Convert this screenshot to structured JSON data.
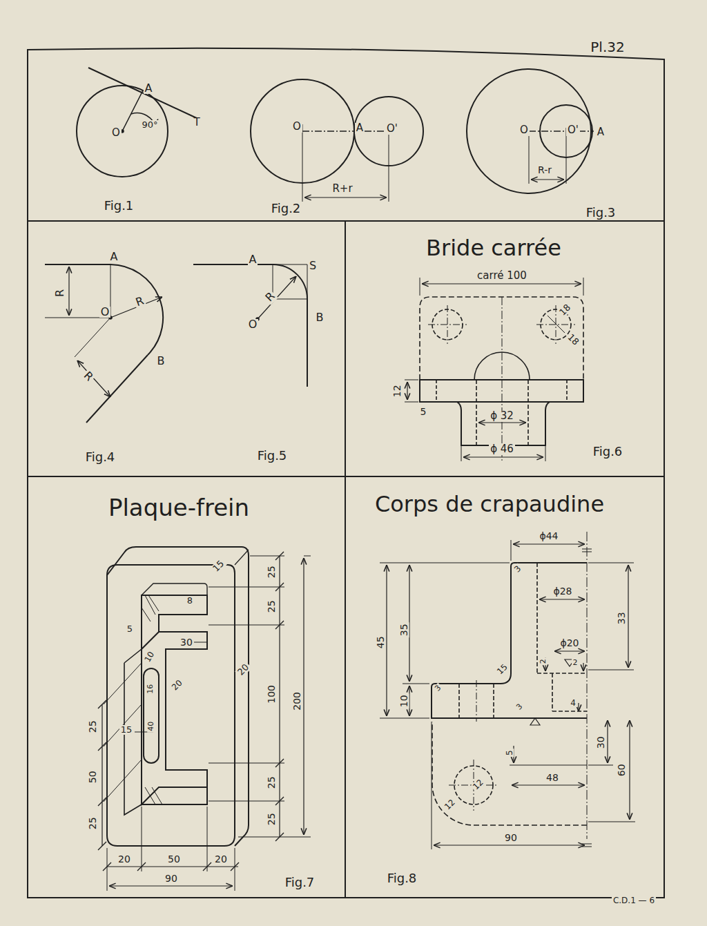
{
  "diagram": {
    "labels": [
      "A",
      "O",
      "90°",
      "T",
      "Fig.1",
      "O",
      "A",
      "O'",
      "R+r",
      "Fig.2",
      "O",
      "O'",
      "A",
      "R-r",
      "Fig.3",
      "Pl.32",
      "A",
      "R",
      "O",
      "R",
      "R",
      "B",
      "Fig.4",
      "A",
      "S",
      "R",
      "O",
      "B",
      "Fig.5",
      "Bride carrée",
      "carré 100",
      "18",
      "18",
      "12",
      "5",
      "ϕ 32",
      "ϕ 46",
      "Fig.6",
      "Plaque-frein",
      "15",
      "25",
      "8",
      "25",
      "5",
      "30",
      "10",
      "20",
      "16",
      "40",
      "15",
      "20",
      "100",
      "200",
      "25",
      "50",
      "25",
      "25",
      "25",
      "20",
      "50",
      "20",
      "90",
      "Fig.7",
      "Corps de crapaudine",
      "ϕ44",
      "3",
      "ϕ28",
      "45",
      "35",
      "33",
      "ϕ20",
      "2",
      "2",
      "15",
      "3",
      "10",
      "3",
      "4",
      "30",
      "60",
      "5",
      "48",
      "12",
      "12",
      "90",
      "Fig.8",
      "C.D.1 — 6"
    ]
  }
}
